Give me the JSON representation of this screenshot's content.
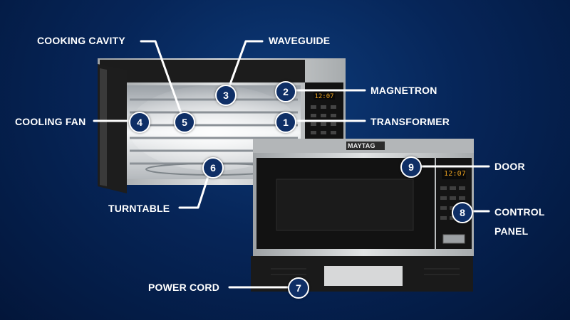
{
  "components": [
    {
      "num": "1",
      "label": "TRANSFORMER"
    },
    {
      "num": "2",
      "label": "MAGNETRON"
    },
    {
      "num": "3",
      "label": "WAVEGUIDE"
    },
    {
      "num": "4",
      "label": "COOLING FAN"
    },
    {
      "num": "5",
      "label": "COOKING CAVITY"
    },
    {
      "num": "6",
      "label": "TURNTABLE"
    },
    {
      "num": "7",
      "label": "POWER CORD"
    },
    {
      "num": "8",
      "label": "CONTROL",
      "label2": "PANEL"
    },
    {
      "num": "9",
      "label": "DOOR"
    }
  ],
  "microwave": {
    "brand": "MAYTAG",
    "display_time": "12:07",
    "body_color": "#c9cbcc",
    "accent_color": "#0f2f66"
  }
}
